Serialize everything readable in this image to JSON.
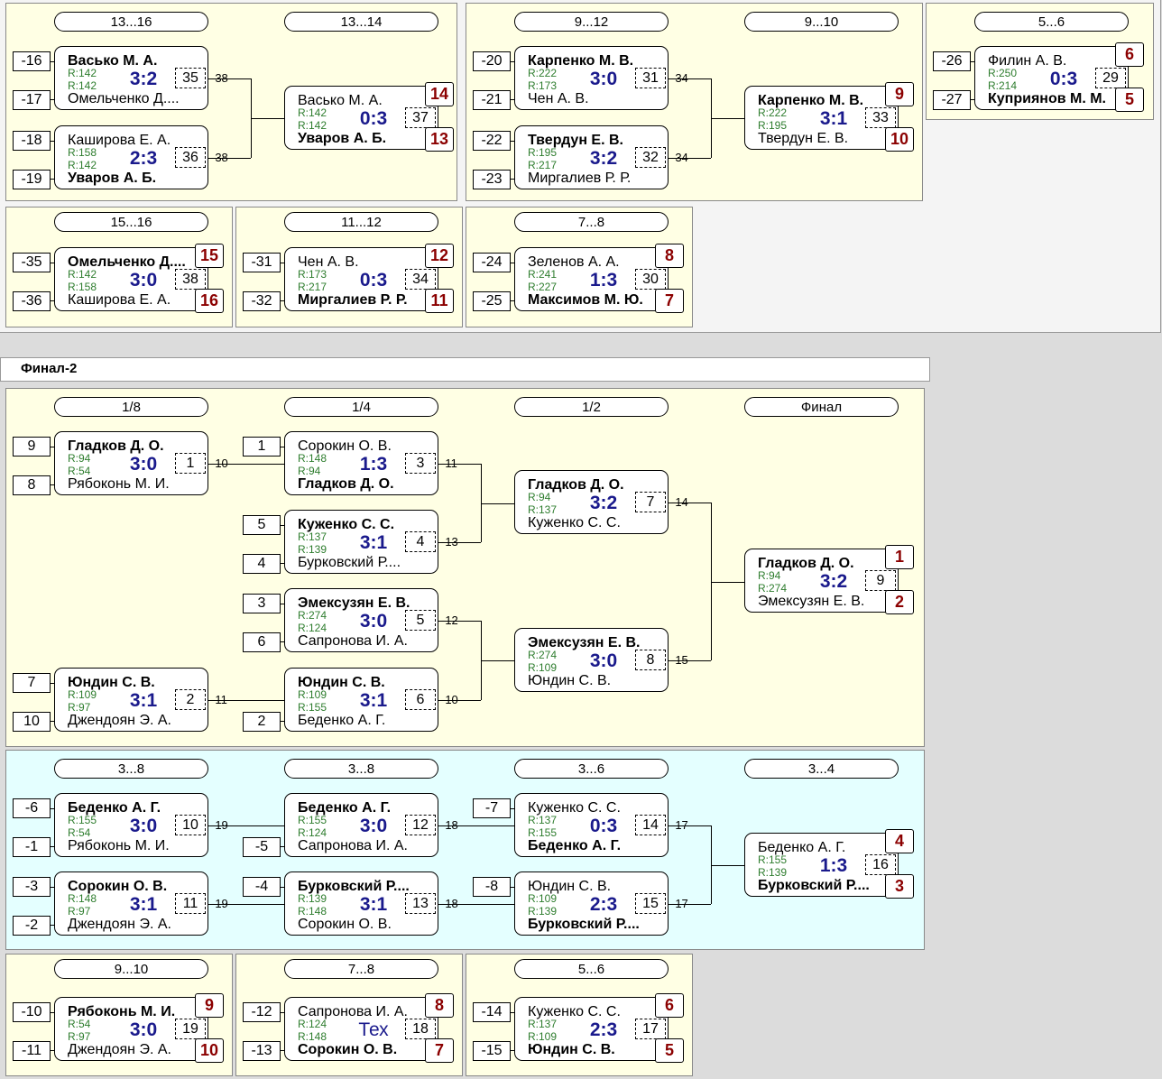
{
  "section_title": "Финал-2",
  "panels": [
    {
      "class": "",
      "rounds": [
        "13...16",
        "13...14"
      ],
      "matches": [
        {
          "p1": "Васько М. А.",
          "p1b": true,
          "r1": "R:142",
          "p2": "Омельченко Д....",
          "p2b": false,
          "r2": "R:142",
          "score": "3:2",
          "num": "35",
          "s1": "-16",
          "s2": "-17",
          "ref": "-38"
        },
        {
          "p1": "Каширова Е. А.",
          "p1b": false,
          "r1": "R:158",
          "p2": "Уваров А. Б.",
          "p2b": true,
          "r2": "R:142",
          "score": "2:3",
          "num": "36",
          "s1": "-18",
          "s2": "-19",
          "ref": "-38"
        },
        {
          "p1": "Васько М. А.",
          "p1b": false,
          "r1": "R:142",
          "p2": "Уваров А. Б.",
          "p2b": true,
          "r2": "R:142",
          "score": "0:3",
          "num": "37",
          "pl1": "14",
          "pl2": "13"
        }
      ]
    },
    {
      "class": "",
      "rounds": [
        "9...12",
        "9...10"
      ],
      "matches": [
        {
          "p1": "Карпенко М. В.",
          "p1b": true,
          "r1": "R:222",
          "p2": "Чен А. В.",
          "p2b": false,
          "r2": "R:173",
          "score": "3:0",
          "num": "31",
          "s1": "-20",
          "s2": "-21",
          "ref": "-34"
        },
        {
          "p1": "Твердун Е. В.",
          "p1b": true,
          "r1": "R:195",
          "p2": "Миргалиев Р. Р.",
          "p2b": false,
          "r2": "R:217",
          "score": "3:2",
          "num": "32",
          "s1": "-22",
          "s2": "-23",
          "ref": "-34"
        },
        {
          "p1": "Карпенко М. В.",
          "p1b": true,
          "r1": "R:222",
          "p2": "Твердун Е. В.",
          "p2b": false,
          "r2": "R:195",
          "score": "3:1",
          "num": "33",
          "pl1": "9",
          "pl2": "10"
        }
      ]
    },
    {
      "class": "",
      "rounds": [
        "5...6"
      ],
      "matches": [
        {
          "p1": "Филин А. В.",
          "p1b": false,
          "r1": "R:250",
          "p2": "Куприянов М. М.",
          "p2b": true,
          "r2": "R:214",
          "score": "0:3",
          "num": "29",
          "s1": "-26",
          "s2": "-27",
          "pl1": "6",
          "pl2": "5"
        }
      ]
    },
    {
      "class": "",
      "rounds": [
        "15...16"
      ],
      "matches": [
        {
          "p1": "Омельченко Д....",
          "p1b": true,
          "r1": "R:142",
          "p2": "Каширова Е. А.",
          "p2b": false,
          "r2": "R:158",
          "score": "3:0",
          "num": "38",
          "s1": "-35",
          "s2": "-36",
          "pl1": "15",
          "pl2": "16"
        }
      ]
    },
    {
      "class": "",
      "rounds": [
        "11...12"
      ],
      "matches": [
        {
          "p1": "Чен А. В.",
          "p1b": false,
          "r1": "R:173",
          "p2": "Миргалиев Р. Р.",
          "p2b": true,
          "r2": "R:217",
          "score": "0:3",
          "num": "34",
          "s1": "-31",
          "s2": "-32",
          "pl1": "12",
          "pl2": "11"
        }
      ]
    },
    {
      "class": "",
      "rounds": [
        "7...8"
      ],
      "matches": [
        {
          "p1": "Зеленов А. А.",
          "p1b": false,
          "r1": "R:241",
          "p2": "Максимов М. Ю.",
          "p2b": true,
          "r2": "R:227",
          "score": "1:3",
          "num": "30",
          "s1": "-24",
          "s2": "-25",
          "pl1": "8",
          "pl2": "7"
        }
      ]
    },
    {
      "class": "",
      "rounds": [
        "1/8",
        "1/4",
        "1/2",
        "Финал"
      ],
      "matches": [
        {
          "p1": "Гладков Д. О.",
          "p1b": true,
          "r1": "R:94",
          "p2": "Рябоконь М. И.",
          "p2b": false,
          "r2": "R:54",
          "score": "3:0",
          "num": "1",
          "s1": "9",
          "s2": "8",
          "ref": "-10"
        },
        {
          "p1": "Юндин С. В.",
          "p1b": true,
          "r1": "R:109",
          "p2": "Джендоян Э. А.",
          "p2b": false,
          "r2": "R:97",
          "score": "3:1",
          "num": "2",
          "s1": "7",
          "s2": "10",
          "ref": "-11"
        },
        {
          "p1": "Сорокин О. В.",
          "p1b": false,
          "r1": "R:148",
          "p2": "Гладков Д. О.",
          "p2b": true,
          "r2": "R:94",
          "score": "1:3",
          "num": "3",
          "s1": "1",
          "ref": "-11"
        },
        {
          "p1": "Куженко С. С.",
          "p1b": true,
          "r1": "R:137",
          "p2": "Бурковский Р....",
          "p2b": false,
          "r2": "R:139",
          "score": "3:1",
          "num": "4",
          "s1": "5",
          "s2": "4",
          "ref": "-13"
        },
        {
          "p1": "Эмексузян Е. В.",
          "p1b": true,
          "r1": "R:274",
          "p2": "Сапронова И. А.",
          "p2b": false,
          "r2": "R:124",
          "score": "3:0",
          "num": "5",
          "s1": "3",
          "s2": "6",
          "ref": "-12"
        },
        {
          "p1": "Юндин С. В.",
          "p1b": true,
          "r1": "R:109",
          "p2": "Беденко А. Г.",
          "p2b": false,
          "r2": "R:155",
          "score": "3:1",
          "num": "6",
          "s2": "2",
          "ref": "-10"
        },
        {
          "p1": "Гладков Д. О.",
          "p1b": true,
          "r1": "R:94",
          "p2": "Куженко С. С.",
          "p2b": false,
          "r2": "R:137",
          "score": "3:2",
          "num": "7",
          "ref": "-14"
        },
        {
          "p1": "Эмексузян Е. В.",
          "p1b": true,
          "r1": "R:274",
          "p2": "Юндин С. В.",
          "p2b": false,
          "r2": "R:109",
          "score": "3:0",
          "num": "8",
          "ref": "-15"
        },
        {
          "p1": "Гладков Д. О.",
          "p1b": true,
          "r1": "R:94",
          "p2": "Эмексузян Е. В.",
          "p2b": false,
          "r2": "R:274",
          "score": "3:2",
          "num": "9",
          "pl1": "1",
          "pl2": "2"
        }
      ]
    },
    {
      "class": "blue",
      "rounds": [
        "3...8",
        "3...8",
        "3...6",
        "3...4"
      ],
      "matches": [
        {
          "p1": "Беденко А. Г.",
          "p1b": true,
          "r1": "R:155",
          "p2": "Рябоконь М. И.",
          "p2b": false,
          "r2": "R:54",
          "score": "3:0",
          "num": "10",
          "s1": "-6",
          "s2": "-1",
          "ref": "-19"
        },
        {
          "p1": "Сорокин О. В.",
          "p1b": true,
          "r1": "R:148",
          "p2": "Джендоян Э. А.",
          "p2b": false,
          "r2": "R:97",
          "score": "3:1",
          "num": "11",
          "s1": "-3",
          "s2": "-2",
          "ref": "-19"
        },
        {
          "p1": "Беденко А. Г.",
          "p1b": true,
          "r1": "R:155",
          "p2": "Сапронова И. А.",
          "p2b": false,
          "r2": "R:124",
          "score": "3:0",
          "num": "12",
          "s2": "-5",
          "ref": "-18"
        },
        {
          "p1": "Бурковский Р....",
          "p1b": true,
          "r1": "R:139",
          "p2": "Сорокин О. В.",
          "p2b": false,
          "r2": "R:148",
          "score": "3:1",
          "num": "13",
          "s1": "-4",
          "ref": "-18"
        },
        {
          "p1": "Куженко С. С.",
          "p1b": false,
          "r1": "R:137",
          "p2": "Беденко А. Г.",
          "p2b": true,
          "r2": "R:155",
          "score": "0:3",
          "num": "14",
          "s1": "-7",
          "ref": "-17"
        },
        {
          "p1": "Юндин С. В.",
          "p1b": false,
          "r1": "R:109",
          "p2": "Бурковский Р....",
          "p2b": true,
          "r2": "R:139",
          "score": "2:3",
          "num": "15",
          "s1": "-8",
          "ref": "-17"
        },
        {
          "p1": "Беденко А. Г.",
          "p1b": false,
          "r1": "R:155",
          "p2": "Бурковский Р....",
          "p2b": true,
          "r2": "R:139",
          "score": "1:3",
          "num": "16",
          "pl1": "4",
          "pl2": "3"
        }
      ]
    },
    {
      "class": "",
      "rounds": [
        "9...10"
      ],
      "matches": [
        {
          "p1": "Рябоконь М. И.",
          "p1b": true,
          "r1": "R:54",
          "p2": "Джендоян Э. А.",
          "p2b": false,
          "r2": "R:97",
          "score": "3:0",
          "num": "19",
          "s1": "-10",
          "s2": "-11",
          "pl1": "9",
          "pl2": "10"
        }
      ]
    },
    {
      "class": "",
      "rounds": [
        "7...8"
      ],
      "matches": [
        {
          "p1": "Сапронова И. А.",
          "p1b": false,
          "r1": "R:124",
          "p2": "Сорокин О. В.",
          "p2b": true,
          "r2": "R:148",
          "score": "Тех",
          "num": "18",
          "s1": "-12",
          "s2": "-13",
          "pl1": "8",
          "pl2": "7"
        }
      ]
    },
    {
      "class": "",
      "rounds": [
        "5...6"
      ],
      "matches": [
        {
          "p1": "Куженко С. С.",
          "p1b": false,
          "r1": "R:137",
          "p2": "Юндин С. В.",
          "p2b": true,
          "r2": "R:109",
          "score": "2:3",
          "num": "17",
          "s1": "-14",
          "s2": "-15",
          "pl1": "6",
          "pl2": "5"
        }
      ]
    }
  ]
}
